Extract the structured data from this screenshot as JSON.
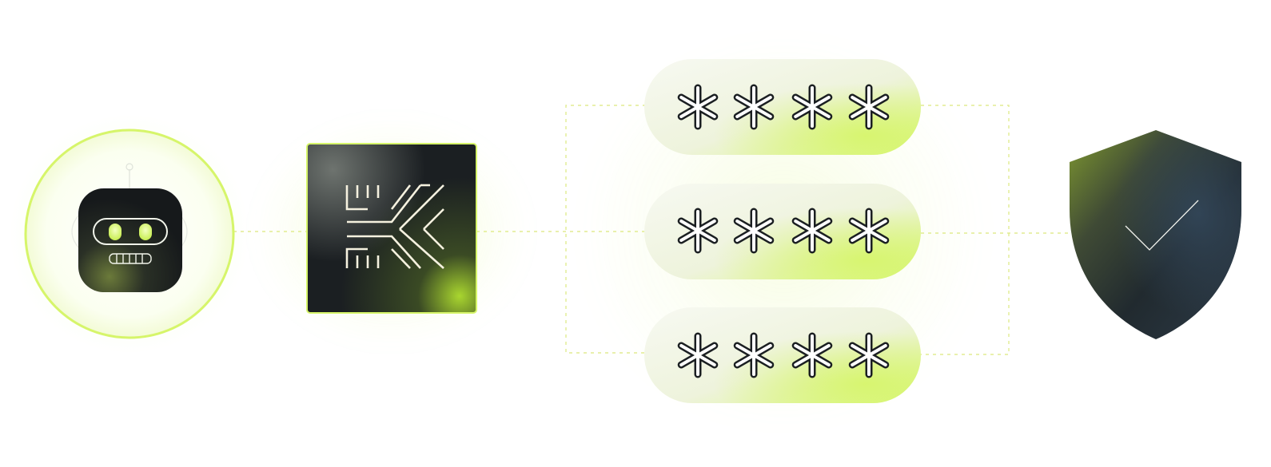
{
  "diagram": {
    "nodes": {
      "agent": {
        "icon": "robot-icon"
      },
      "vault": {
        "icon": "vault-logo-icon"
      },
      "secrets": [
        {
          "icon": "asterisk-icon",
          "masked_chars": 4
        },
        {
          "icon": "asterisk-icon",
          "masked_chars": 4
        },
        {
          "icon": "asterisk-icon",
          "masked_chars": 4
        }
      ],
      "target": {
        "icon": "shield-check-icon"
      }
    },
    "colors": {
      "accent": "#d6f56a",
      "accent_soft": "#eefcc4",
      "dark": "#1b1f22",
      "shield_slate": "#2c3a47",
      "shield_olive": "#7f9930",
      "connector": "#e2ec92"
    }
  }
}
